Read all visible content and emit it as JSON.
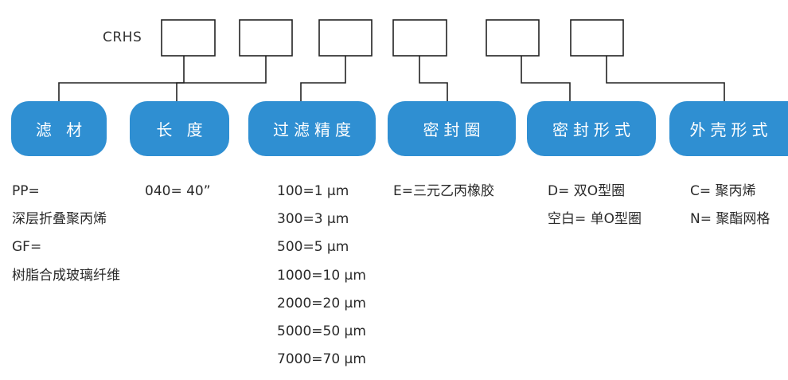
{
  "model_prefix": "CRHS",
  "colors": {
    "accent": "#2f8fd2",
    "line": "#222222"
  },
  "categories": [
    {
      "label": "滤 材",
      "options": [
        "PP=",
        "深层折叠聚丙烯",
        "GF=",
        "树脂合成玻璃纤维"
      ]
    },
    {
      "label": "长 度",
      "options": [
        "040= 40”"
      ]
    },
    {
      "label": "过滤精度",
      "options": [
        "100=1 μm",
        "300=3 μm",
        "500=5 μm",
        "1000=10 μm",
        "2000=20 μm",
        "5000=50 μm",
        "7000=70 μm"
      ]
    },
    {
      "label": "密封圈",
      "options": [
        "E=三元乙丙橡胶"
      ]
    },
    {
      "label": "密封形式",
      "options": [
        "D= 双O型圈",
        "空白= 单O型圈"
      ]
    },
    {
      "label": "外壳形式",
      "options": [
        "C= 聚丙烯",
        "N= 聚酯网格"
      ]
    }
  ]
}
